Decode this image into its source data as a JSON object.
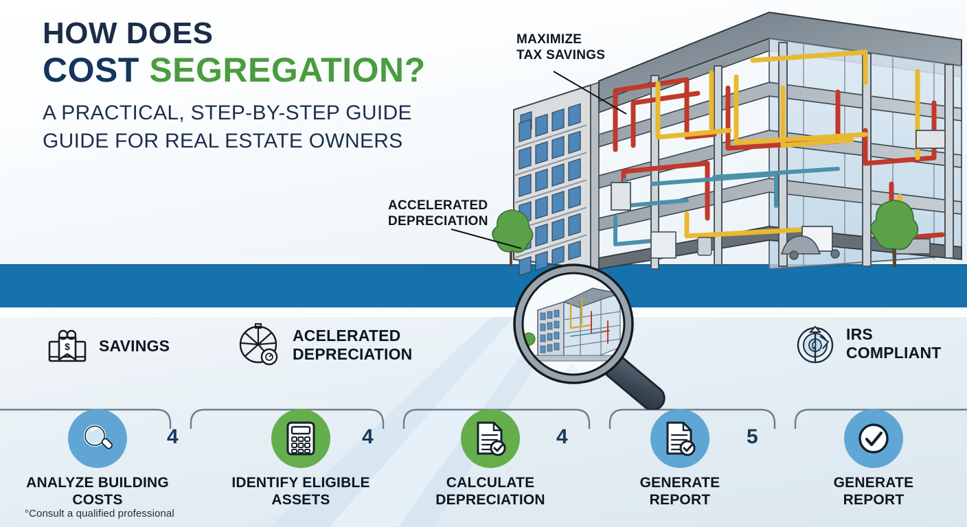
{
  "headline": {
    "line1": "HOW DOES",
    "line2_a": "COST",
    "line2_b": "SEGREGATION?",
    "sub_line1": "A PRACTICAL, STEP-BY-STEP GUIDE",
    "sub_line2": "GUIDE FOR REAL ESTATE OWNERS"
  },
  "callouts": [
    {
      "id": "tax",
      "line1": "MAXIMIZE",
      "line2": "TAX SAVINGS"
    },
    {
      "id": "depreciation",
      "line1": "ACCELERATED",
      "line2": "DEPRECIATION"
    }
  ],
  "features": [
    {
      "icon": "savings-gift-icon",
      "line1": "SAVINGS",
      "line2": ""
    },
    {
      "icon": "accelerated-depreciation-icon",
      "line1": "ACELERATED",
      "line2": "DEPRECIATION"
    },
    {
      "icon": "irs-compliant-target-icon",
      "line1": "IRS",
      "line2": "COMPLIANT"
    }
  ],
  "steps": [
    {
      "icon": "magnifier-icon",
      "circle_color": "#5fa6d4",
      "line1": "ANALYZE BUILDING",
      "line2": "COSTS"
    },
    {
      "icon": "calculator-icon",
      "circle_color": "#64ae4c",
      "line1": "IDENTIFY ELIGIBLE",
      "line2": "ASSETS"
    },
    {
      "icon": "document-check-icon",
      "circle_color": "#64ae4c",
      "line1": "CALCULATE",
      "line2": "DEPRECIATION"
    },
    {
      "icon": "document-check-icon",
      "circle_color": "#5fa6d4",
      "line1": "GENERATE",
      "line2": "REPORT"
    },
    {
      "icon": "check-circle-icon",
      "circle_color": "#5fa6d4",
      "line1": "GENERATE",
      "line2": "REPORT"
    }
  ],
  "connector_numbers": [
    "4",
    "4",
    "4",
    "5"
  ],
  "footnote": "°Consult a qualified professional",
  "colors": {
    "band_blue": "#1572ac",
    "headline_navy": "#13355e",
    "headline_green": "#4a9c3f",
    "step_blue": "#5fa6d4",
    "step_green": "#64ae4c",
    "number_navy": "#17395f"
  }
}
